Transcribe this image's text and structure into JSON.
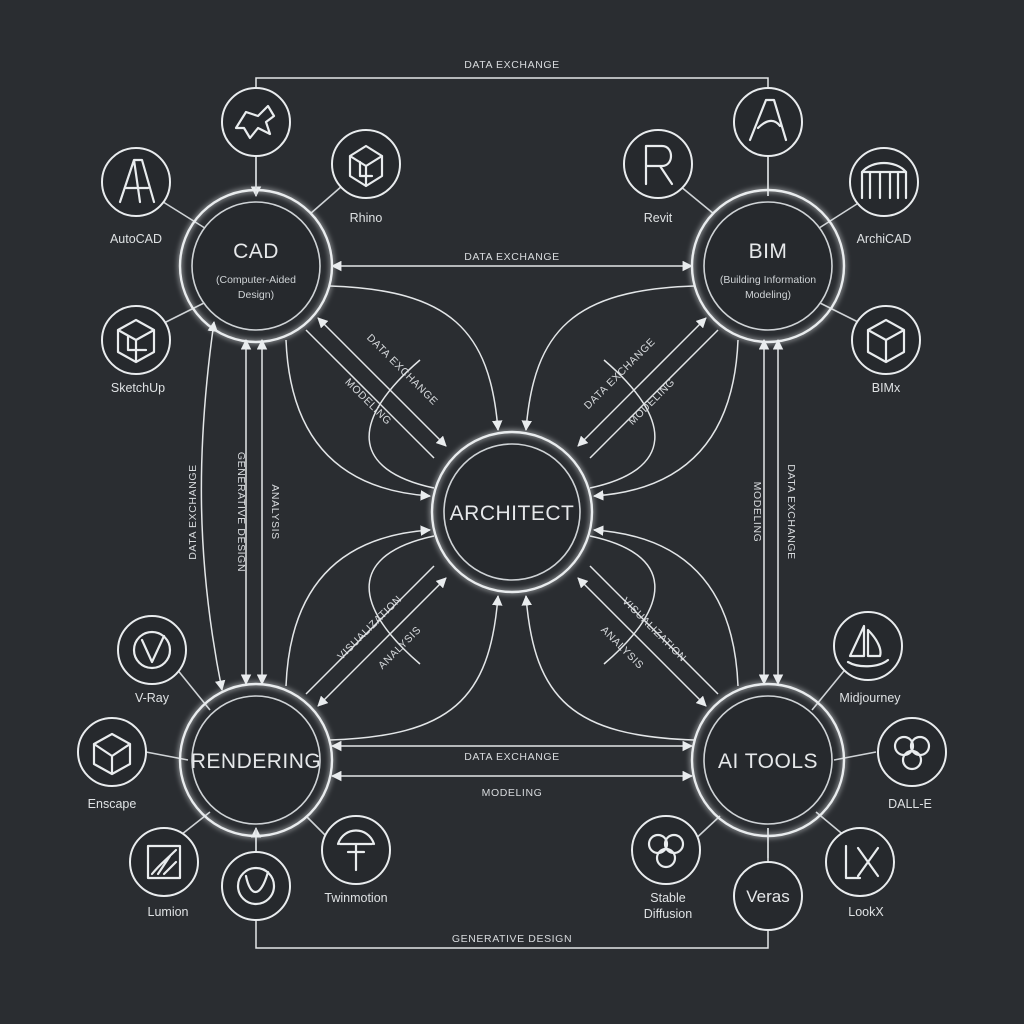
{
  "hubs": {
    "cad": {
      "title": "CAD",
      "subtitle_1": "(Computer-Aided",
      "subtitle_2": "Design)"
    },
    "bim": {
      "title": "BIM",
      "subtitle_1": "(Building Information",
      "subtitle_2": "Modeling)"
    },
    "architect": {
      "title": "ARCHITECT"
    },
    "rendering": {
      "title": "RENDERING"
    },
    "ai_tools": {
      "title": "AI TOOLS"
    }
  },
  "tools": {
    "autocad": "AutoCAD",
    "rhino": "Rhino",
    "sketchup": "SketchUp",
    "revit": "Revit",
    "archicad": "ArchiCAD",
    "bimx": "BIMx",
    "vray": "V-Ray",
    "enscape": "Enscape",
    "lumion": "Lumion",
    "twinmotion": "Twinmotion",
    "midjourney": "Midjourney",
    "dalle": "DALL-E",
    "stable_diffusion_1": "Stable",
    "stable_diffusion_2": "Diffusion",
    "veras": "Veras",
    "lookx": "LookX"
  },
  "icons": {
    "autocad": "autocad-a-icon",
    "rhino": "rhino-icon",
    "sketchup": "sketchup-icon",
    "revit": "revit-r-icon",
    "archicad": "archicad-icon",
    "bimx": "bimx-cube-icon",
    "vray": "vray-icon",
    "enscape": "enscape-icon",
    "lumion": "lumion-icon",
    "twinmotion": "twinmotion-icon",
    "midjourney": "midjourney-sail-icon",
    "dalle": "openai-knot-icon",
    "stable_diffusion": "openai-knot-icon",
    "veras": "veras-icon",
    "lookx": "lookx-icon",
    "unlabeled_render_tool": "v-swirl-icon",
    "bim_top_tool": "a-stroke-icon"
  },
  "edges": {
    "top": "DATA EXCHANGE",
    "cad_bim": "DATA EXCHANGE",
    "cad_arch_1": "DATA EXCHANGE",
    "cad_arch_2": "MODELING",
    "bim_arch_1": "DATA EXCHANGE",
    "bim_arch_2": "MODELING",
    "left_1": "DATA EXCHANGE",
    "left_2": "GENERATIVE DESIGN",
    "left_3": "ANALYSIS",
    "right_1": "MODELING",
    "right_2": "DATA EXCHANGE",
    "render_arch_1": "VISUALIZATION",
    "render_arch_2": "ANALYSIS",
    "ai_arch_1": "VISUALIZATION",
    "ai_arch_2": "ANALYSIS",
    "render_ai_1": "DATA EXCHANGE",
    "render_ai_2": "MODELING",
    "bottom": "GENERATIVE DESIGN"
  },
  "colors": {
    "background": "#2a2d31",
    "line": "#e9ecee"
  }
}
